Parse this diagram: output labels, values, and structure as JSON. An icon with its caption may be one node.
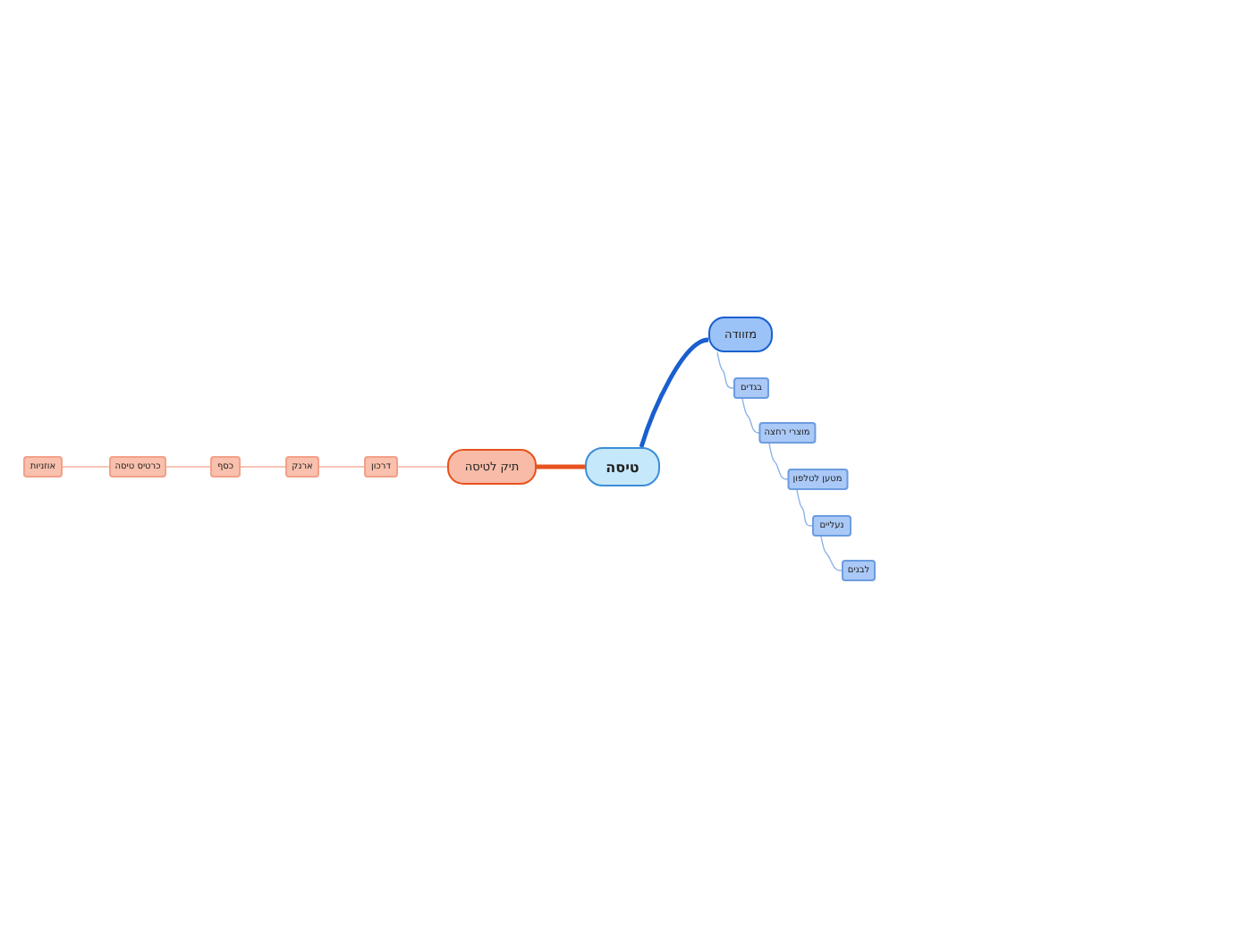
{
  "diagram": {
    "nodes": [
      {
        "text": [
          "טיסה"
        ]
      },
      {
        "text": [
          "תיק לטיסה"
        ]
      },
      {
        "text": [
          "דרכון"
        ]
      },
      {
        "text": [
          "ארנק"
        ]
      },
      {
        "text": [
          "כסף"
        ]
      },
      {
        "text": [
          "כרטיס טיסה"
        ]
      },
      {
        "text": [
          "אוזניות"
        ]
      },
      {
        "text": [
          "מזוודה"
        ]
      },
      {
        "text": [
          "בגדים"
        ]
      },
      {
        "text": [
          "מוצרי רחצה"
        ]
      },
      {
        "text": [
          "מטען לטלפון"
        ]
      },
      {
        "text": [
          "נעליים"
        ]
      },
      {
        "text": [
          "לבנים"
        ]
      }
    ],
    "edges": [
      {
        "from": 0,
        "to": 1,
        "arrow": "none",
        "style": "thick",
        "color": "#e8521e"
      },
      {
        "from": 1,
        "to": 2,
        "arrow": "none",
        "color": "#f4b09c"
      },
      {
        "from": 2,
        "to": 3,
        "arrow": "none",
        "color": "#f4b09c"
      },
      {
        "from": 3,
        "to": 4,
        "arrow": "none",
        "color": "#f4b09c"
      },
      {
        "from": 4,
        "to": 5,
        "arrow": "none",
        "color": "#f4b09c"
      },
      {
        "from": 5,
        "to": 6,
        "arrow": "none",
        "color": "#f4b09c"
      },
      {
        "from": 0,
        "to": 7,
        "arrow": "none",
        "style": "thick",
        "color": "#1a5fd0"
      },
      {
        "from": 7,
        "to": 8,
        "arrow": "none",
        "color": "#8fb3e8"
      },
      {
        "from": 8,
        "to": 9,
        "arrow": "none",
        "color": "#8fb3e8"
      },
      {
        "from": 9,
        "to": 10,
        "arrow": "none",
        "color": "#8fb3e8"
      },
      {
        "from": 10,
        "to": 11,
        "arrow": "none",
        "color": "#8fb3e8"
      },
      {
        "from": 11,
        "to": 12,
        "arrow": "none",
        "color": "#8fb3e8"
      }
    ]
  }
}
